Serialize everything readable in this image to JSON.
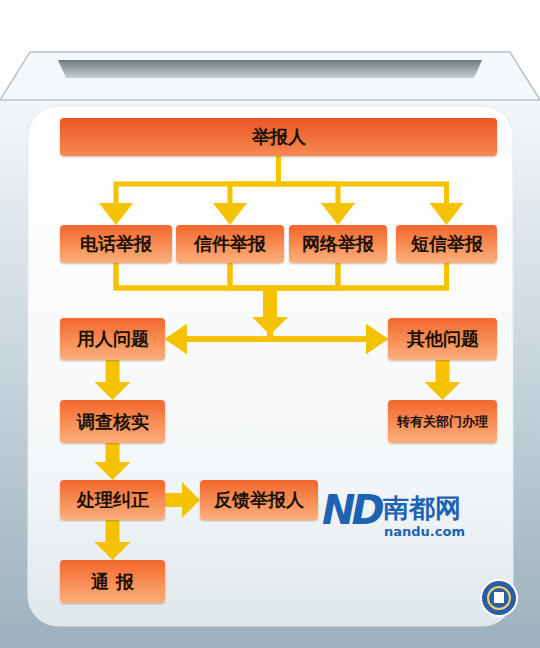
{
  "diagram": {
    "nodes": [
      {
        "text": [
          "举报人"
        ]
      },
      {
        "text": [
          "电话举报"
        ]
      },
      {
        "text": [
          "信件举报"
        ]
      },
      {
        "text": [
          "网络举报"
        ]
      },
      {
        "text": [
          "短信举报"
        ]
      },
      {
        "text": [
          "用人问题"
        ]
      },
      {
        "text": [
          "其他问题"
        ]
      },
      {
        "text": [
          "调查核实"
        ]
      },
      {
        "text": [
          "转有关部门办理"
        ]
      },
      {
        "text": [
          "处理纠正"
        ]
      },
      {
        "text": [
          "反馈举报人"
        ]
      },
      {
        "text": [
          "通 报"
        ]
      }
    ],
    "edges": [
      {
        "from": 0,
        "to": 1,
        "arrow": "to"
      },
      {
        "from": 0,
        "to": 2,
        "arrow": "to"
      },
      {
        "from": 0,
        "to": 3,
        "arrow": "to"
      },
      {
        "from": 0,
        "to": 4,
        "arrow": "to"
      },
      {
        "from": 1,
        "to": 5,
        "arrow": "to"
      },
      {
        "from": 2,
        "to": 5,
        "arrow": "to"
      },
      {
        "from": 3,
        "to": 5,
        "arrow": "to"
      },
      {
        "from": 4,
        "to": 5,
        "arrow": "to"
      },
      {
        "from": 1,
        "to": 6,
        "arrow": "to"
      },
      {
        "from": 2,
        "to": 6,
        "arrow": "to"
      },
      {
        "from": 3,
        "to": 6,
        "arrow": "to"
      },
      {
        "from": 4,
        "to": 6,
        "arrow": "to"
      },
      {
        "from": 5,
        "to": 7,
        "arrow": "to"
      },
      {
        "from": 7,
        "to": 9,
        "arrow": "to"
      },
      {
        "from": 9,
        "to": 11,
        "arrow": "to"
      },
      {
        "from": 9,
        "to": 10,
        "arrow": "to"
      },
      {
        "from": 6,
        "to": 8,
        "arrow": "to"
      }
    ],
    "labels": [
      "ND",
      "南都网",
      "nandu.com"
    ]
  }
}
